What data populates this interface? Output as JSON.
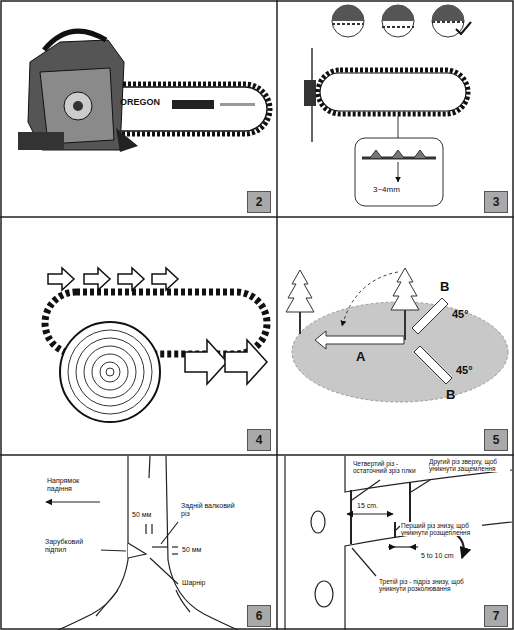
{
  "diagram": {
    "nodes": [
      {
        "text": [
          "2"
        ]
      },
      {
        "text": [
          "3"
        ]
      },
      {
        "text": [
          "4"
        ]
      },
      {
        "text": [
          "5"
        ]
      },
      {
        "text": [
          "6"
        ]
      },
      {
        "text": [
          "7"
        ]
      }
    ],
    "labels": [
      "OREGON",
      "3~4mm",
      "B",
      "45°",
      "A",
      "45°",
      "B",
      "Напрямок падіння",
      "50 мм",
      "Задній валковий різ",
      "Зарубковий підпил",
      "50 мм",
      "Шарнір",
      "Четвертий різ - остаточний зріз гілки",
      "Другий різ зверху, щоб уникнути защемлення",
      "15 cm.",
      "5 to 10 cm",
      "Перший різ знизу, щоб уникнути розщеплення",
      "Третій різ - підріз знизу, щоб уникнути розколювання"
    ]
  }
}
